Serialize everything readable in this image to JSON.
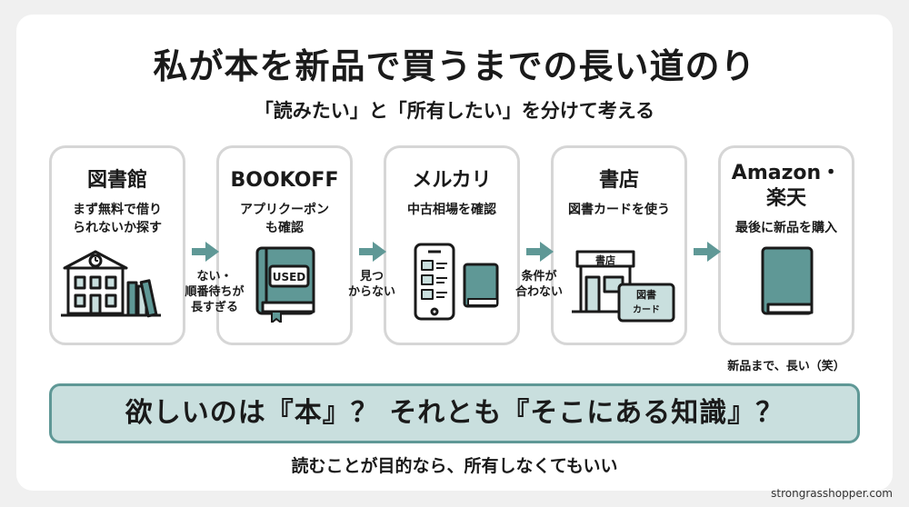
{
  "title": "私が本を新品で買うまでの長い道のり",
  "subtitle": "「読みたい」と「所有したい」を分けて考える",
  "steps": [
    {
      "name": "図書館",
      "desc": "まず無料で借り\nられないか探す"
    },
    {
      "name": "BOOKOFF",
      "desc": "アプリクーポン\nも確認",
      "icon_label": "USED"
    },
    {
      "name": "メルカリ",
      "desc": "中古相場を確認"
    },
    {
      "name": "書店",
      "desc": "図書カードを使う",
      "sign_label": "書店",
      "card_label": "図書\nカード"
    },
    {
      "name": "Amazon・\n楽天",
      "desc": "最後に新品を購入"
    }
  ],
  "reasons": [
    "ない・\n順番待ちが\n長すぎる",
    "見つ\nからない",
    "条件が\n合わない"
  ],
  "note": "新品まで、長い（笑）",
  "question": "欲しいのは『本』？ それとも『そこにある知識』？",
  "conclusion": "読むことが目的なら、所有しなくてもいい",
  "footer": "strongrasshopper.com",
  "colors": {
    "accent": "#5f9896",
    "accent_light": "#c9dfde",
    "border": "#d6d6d6"
  }
}
